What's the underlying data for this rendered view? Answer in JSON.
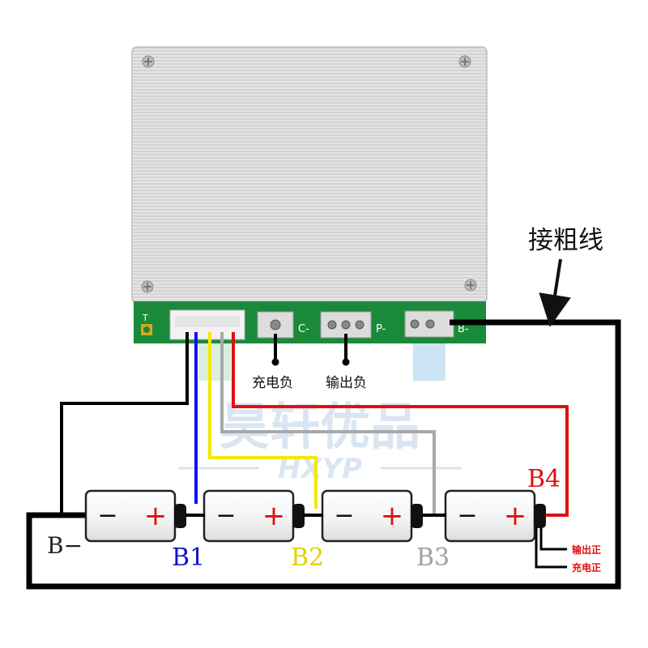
{
  "board": {
    "pcb_label_t": "T",
    "pad_label_c": "C-",
    "pad_label_p": "P-",
    "pad_label_b": "B-"
  },
  "annotations": {
    "thick_wire": "接粗线",
    "charge_negative": "充电负",
    "output_negative": "输出负",
    "output_positive": "输出正",
    "charge_positive": "充电正"
  },
  "nodes": {
    "b_minus": "B−",
    "b1": "B1",
    "b2": "B2",
    "b3": "B3",
    "b4": "B4"
  },
  "cells": [
    {
      "minus": "−",
      "plus": "+"
    },
    {
      "minus": "−",
      "plus": "+"
    },
    {
      "minus": "−",
      "plus": "+"
    },
    {
      "minus": "−",
      "plus": "+"
    }
  ],
  "watermark": {
    "chinese": "昊轩优品",
    "latin": "HXYP"
  },
  "colors": {
    "b1_wire": "#1010ff",
    "b2_wire": "#f5e800",
    "b3_wire": "#a8a8a8",
    "b4_wire": "#e01010",
    "b1_label": "#1010d0",
    "b2_label": "#e6cf00",
    "b3_label": "#a0a0a0",
    "b4_label": "#e01010",
    "plus_sign": "#e01010",
    "pcb": "#1a8a3a",
    "heatsink": "#d8d8d8"
  }
}
